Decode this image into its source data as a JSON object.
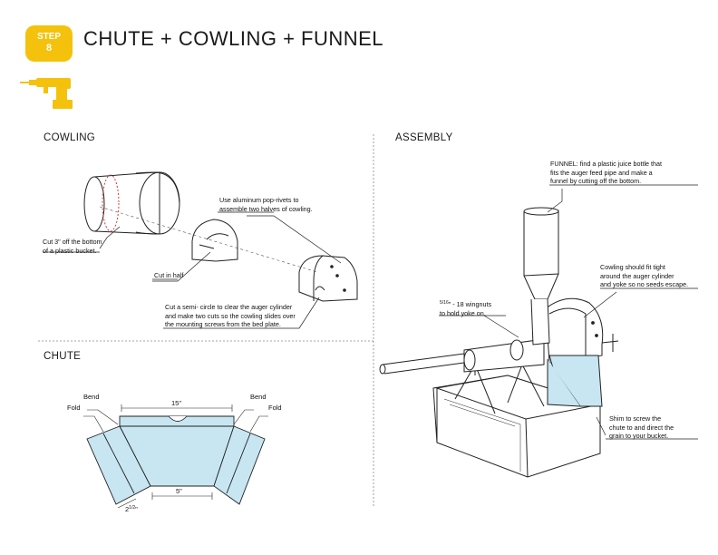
{
  "header": {
    "step_word": "STEP",
    "step_number": "8",
    "title": "CHUTE + COWLING + FUNNEL",
    "accent_color": "#f4c20d",
    "icon": "drill-icon"
  },
  "sections": {
    "cowling": "COWLING",
    "assembly": "ASSEMBLY",
    "chute": "CHUTE"
  },
  "cowling_notes": {
    "cut_bucket_line1": "Cut 3\" off the bottom",
    "cut_bucket_line2": "of a plastic bucket.",
    "rivets_line1": "Use aluminum pop-rivets to",
    "rivets_line2": "assemble two halves of cowling.",
    "cut_half": "Cut in half",
    "semi_line1": "Cut a semi- circle to clear the auger cylinder",
    "semi_line2": "and make two cuts so the cowling slides over",
    "semi_line3": "the mounting screws from the bed plate."
  },
  "chute_labels": {
    "bend_left": "Bend",
    "fold_left": "Fold",
    "bend_right": "Bend",
    "fold_right": "Fold",
    "dim_top": "15\"",
    "dim_bottom": "5\"",
    "dim_side_main": "2",
    "dim_side_frac": "1/2",
    "dim_side_unit": "\"",
    "fill_color": "#c8e6f2"
  },
  "assembly_notes": {
    "funnel_line1": "FUNNEL: find a plastic juice bottle that",
    "funnel_line2": "fits the auger feed pipe and make a",
    "funnel_line3": "funnel by cutting off the bottom.",
    "cowl_fit_line1": "Cowling should fit tight",
    "cowl_fit_line2": "around the auger cylinder",
    "cowl_fit_line3": "and yoke so no seeds escape.",
    "wingnut_frac": "5/16",
    "wingnut_line1_rest": "\" - 18 wingnuts",
    "wingnut_line2": "to hold yoke on.",
    "shim_line1": "Shim to screw the",
    "shim_line2": "chute to and direct the",
    "shim_line3": "grain to your bucket."
  }
}
